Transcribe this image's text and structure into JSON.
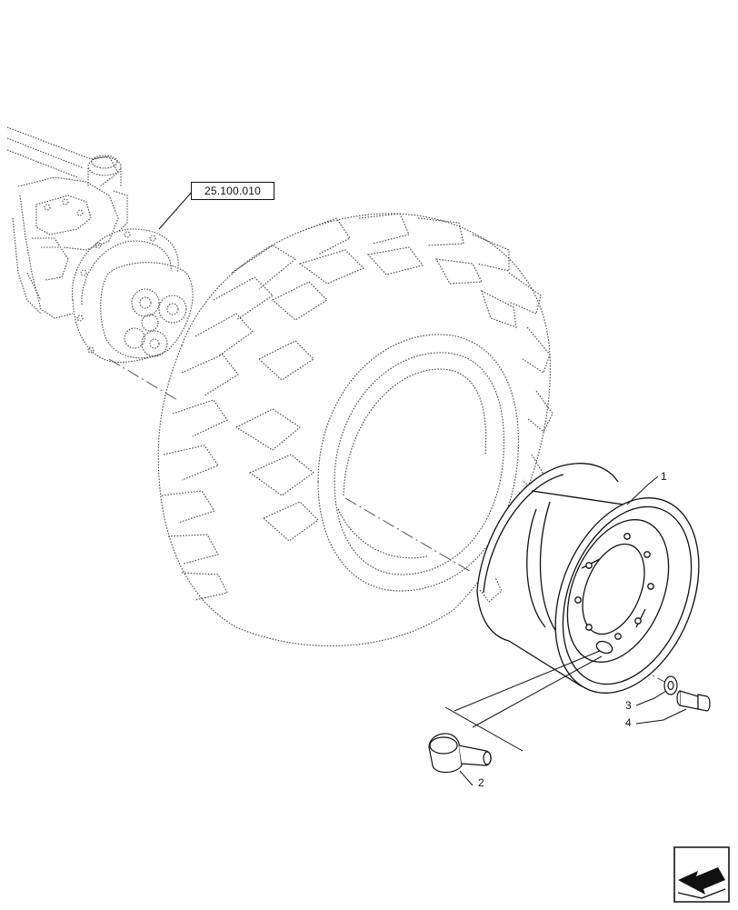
{
  "reference_box": {
    "text": "25.100.010"
  },
  "callouts": [
    {
      "id": "1",
      "text": "1"
    },
    {
      "id": "2",
      "text": "2"
    },
    {
      "id": "3",
      "text": "3"
    },
    {
      "id": "4",
      "text": "4"
    }
  ],
  "icons": {
    "navigation": "previous-page-arrow-icon"
  },
  "colors": {
    "line": "#111111",
    "dotted": "#444444",
    "background": "#ffffff"
  }
}
